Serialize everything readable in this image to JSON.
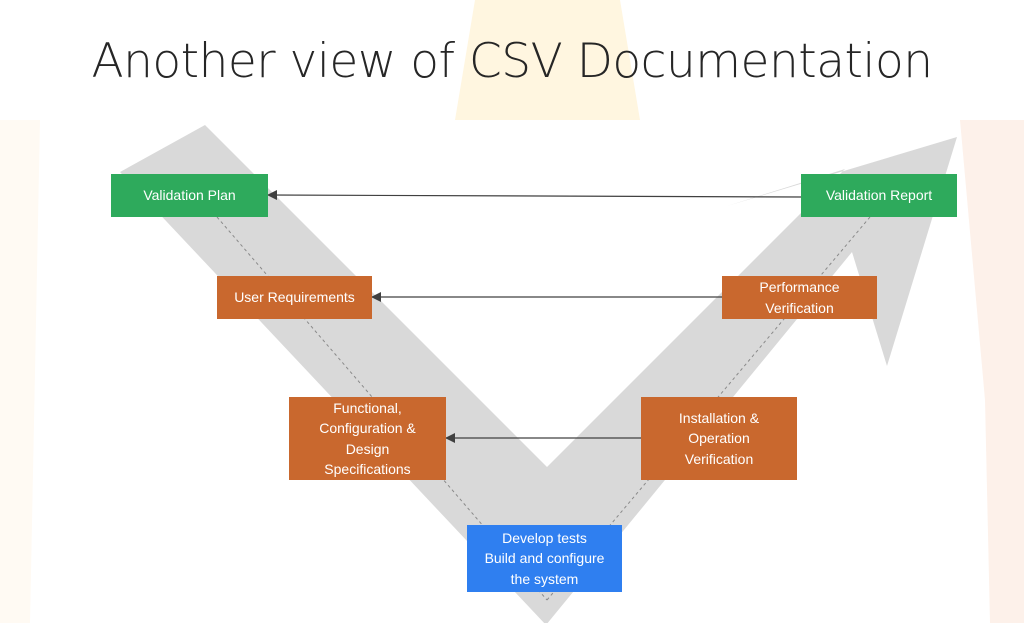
{
  "slide": {
    "title": "Another view of CSV Documentation"
  },
  "diagram": {
    "boxes": {
      "validation_plan": "Validation Plan",
      "user_requirements": "User Requirements",
      "functional_specs": "Functional,\nConfiguration &\nDesign\nSpecifications",
      "develop_tests": "Develop tests\nBuild and configure\nthe system",
      "installation_verification": "Installation &\nOperation\nVerification",
      "performance_verification": "Performance\nVerification",
      "validation_report": "Validation Report"
    },
    "colors": {
      "planning": "#2eaa5c",
      "specification": "#c9682e",
      "build": "#2f7ff0",
      "v_arrow": "#d9d9d9",
      "connector": "#404040"
    }
  }
}
